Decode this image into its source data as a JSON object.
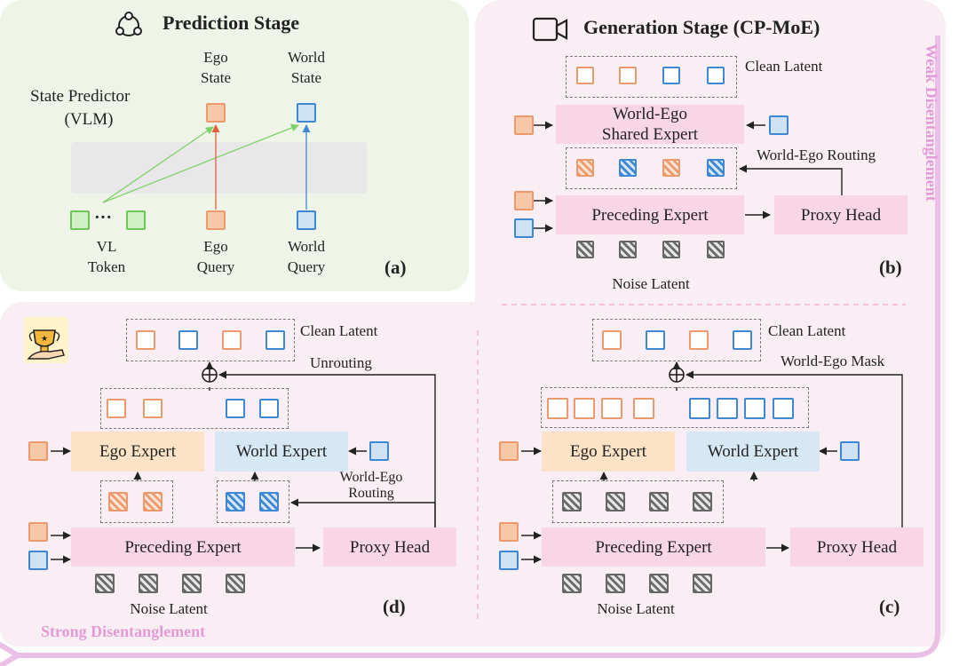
{
  "panel_a": {
    "title": "Prediction Stage",
    "state_predictor": "State Predictor",
    "vlm": "(VLM)",
    "ego_state_1": "Ego",
    "ego_state_2": "State",
    "world_state_1": "World",
    "world_state_2": "State",
    "vl_token_1": "VL",
    "vl_token_2": "Token",
    "ego_query_1": "Ego",
    "ego_query_2": "Query",
    "world_query_1": "World",
    "world_query_2": "Query",
    "ellipsis": "···",
    "tag": "(a)"
  },
  "panel_b": {
    "title": "Generation Stage (CP-MoE)",
    "clean_latent": "Clean Latent",
    "shared_expert_1": "World-Ego",
    "shared_expert_2": "Shared Expert",
    "routing": "World-Ego Routing",
    "preceding": "Preceding Expert",
    "proxy": "Proxy Head",
    "noise_latent": "Noise Latent",
    "tag": "(b)"
  },
  "panel_c": {
    "clean_latent": "Clean Latent",
    "mask": "World-Ego Mask",
    "ego_expert": "Ego Expert",
    "world_expert": "World Expert",
    "preceding": "Preceding Expert",
    "proxy": "Proxy Head",
    "noise_latent": "Noise Latent",
    "tag": "(c)"
  },
  "panel_d": {
    "clean_latent": "Clean Latent",
    "unrouting": "Unrouting",
    "ego_expert": "Ego Expert",
    "world_expert": "World Expert",
    "routing_1": "World-Ego",
    "routing_2": "Routing",
    "preceding": "Preceding Expert",
    "proxy": "Proxy Head",
    "noise_latent": "Noise Latent",
    "tag": "(d)"
  },
  "axes": {
    "weak": "Weak Disentanglement",
    "strong": "Strong Disentanglement"
  },
  "icons": {
    "panel_a": "network-icon",
    "panel_b": "video-camera-icon",
    "panel_d": "trophy-hand-icon"
  },
  "colors": {
    "ego": "#ec9a6d",
    "world": "#3d87d3",
    "vl_token": "#6cc556",
    "noise": "#666666",
    "panel_a_bg": "#eef5e8",
    "panel_bcd_bg": "#f9eef3",
    "axis_arrow": "#e8b8e0",
    "axis_text": "#e39ad6"
  }
}
